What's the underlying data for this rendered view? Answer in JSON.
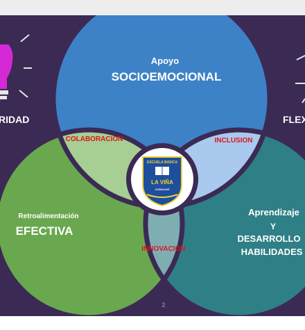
{
  "diagram": {
    "left_word": "RIDAD",
    "right_word": "FLEX",
    "top": {
      "line1": "Apoyo",
      "line2": "SOCIOEMOCIONAL"
    },
    "left": {
      "line1": "Retroalimentación",
      "line2": "EFECTIVA"
    },
    "right": {
      "line1": "Aprendizaje",
      "line2": "Y",
      "line3": "DESARROLLO",
      "line4": "HABILIDADES"
    },
    "intersections": {
      "top_left": "COLABORACION",
      "top_right": "INCLUSION",
      "bottom": "INNOVACION"
    },
    "badge": {
      "line1": "ESCUELA BÁSICA",
      "line2": "LA VIÑA",
      "line3": "CURACAVÍ"
    },
    "slide_number": "2"
  },
  "colors": {
    "background": "#3b2a54",
    "top_circle": "#3d82c6",
    "left_circle": "#6aa84f",
    "right_circle": "#2f7f86",
    "lens_top_left": "#a7cf93",
    "lens_top_right": "#a9c9ee",
    "lens_bottom": "#7faeb2",
    "lens_text": "#e0141a",
    "bulb": "#d42ad6"
  }
}
